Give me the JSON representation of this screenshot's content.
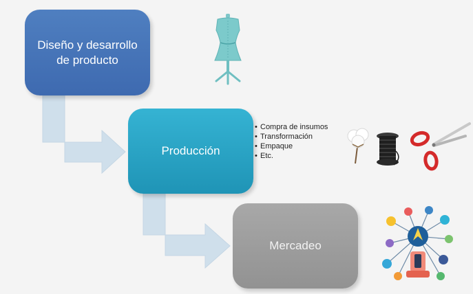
{
  "diagram": {
    "steps": [
      {
        "label": "Diseño y desarrollo de producto"
      },
      {
        "label": "Producción"
      },
      {
        "label": "Mercadeo"
      }
    ],
    "production_details": [
      "Compra de insumos",
      "Transformación",
      "Empaque",
      "Etc."
    ]
  },
  "icons": {
    "design": "dress-form-icon",
    "production": [
      "cotton-flower-icon",
      "thread-spool-icon",
      "scissors-icon"
    ],
    "marketing": "digital-network-icon"
  },
  "colors": {
    "design": "#4a78bb",
    "production": "#2aa5c7",
    "marketing": "#9d9d9d",
    "connector": "#cfe0ec"
  }
}
